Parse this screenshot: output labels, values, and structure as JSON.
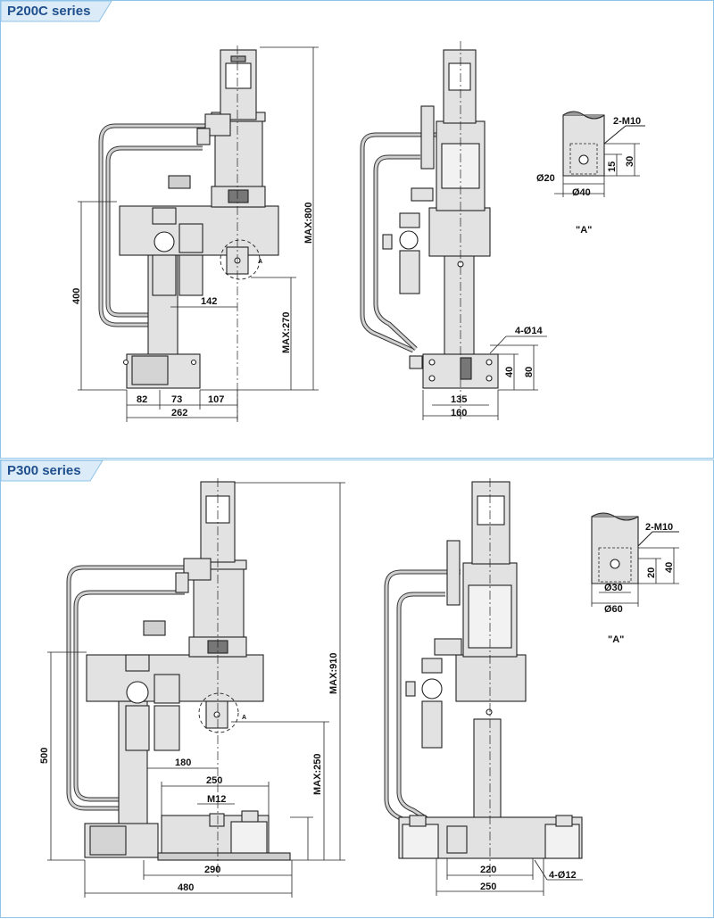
{
  "colors": {
    "accent": "#1f4f8c",
    "tab_fill": "#dcebf8",
    "frame": "#8fc3e8",
    "machine_gray": "#e2e2e2",
    "piping_gray": "#cfcfcf"
  },
  "p200c": {
    "title": "P200C series",
    "side": {
      "d400": "400",
      "d142": "142",
      "d82": "82",
      "d73": "73",
      "d107": "107",
      "d262": "262",
      "max800": "MAX:800",
      "max270": "MAX:270",
      "mark_a": "A"
    },
    "front": {
      "hole": "4-Ø14",
      "d40": "40",
      "d80": "80",
      "d135": "135",
      "d160": "160"
    },
    "detail": {
      "thread": "2-M10",
      "d15": "15",
      "d30": "30",
      "dia20": "Ø20",
      "dia40": "Ø40",
      "label": "\"A\""
    }
  },
  "p300": {
    "title": "P300 series",
    "side": {
      "d500": "500",
      "d180": "180",
      "d250": "250",
      "m12": "M12",
      "d290": "290",
      "d480": "480",
      "max910": "MAX:910",
      "max250": "MAX:250",
      "mark_a": "A"
    },
    "front": {
      "hole": "4-Ø12",
      "d220": "220",
      "d250": "250"
    },
    "detail": {
      "thread": "2-M10",
      "d20": "20",
      "d40": "40",
      "dia30": "Ø30",
      "dia60": "Ø60",
      "label": "\"A\""
    }
  }
}
